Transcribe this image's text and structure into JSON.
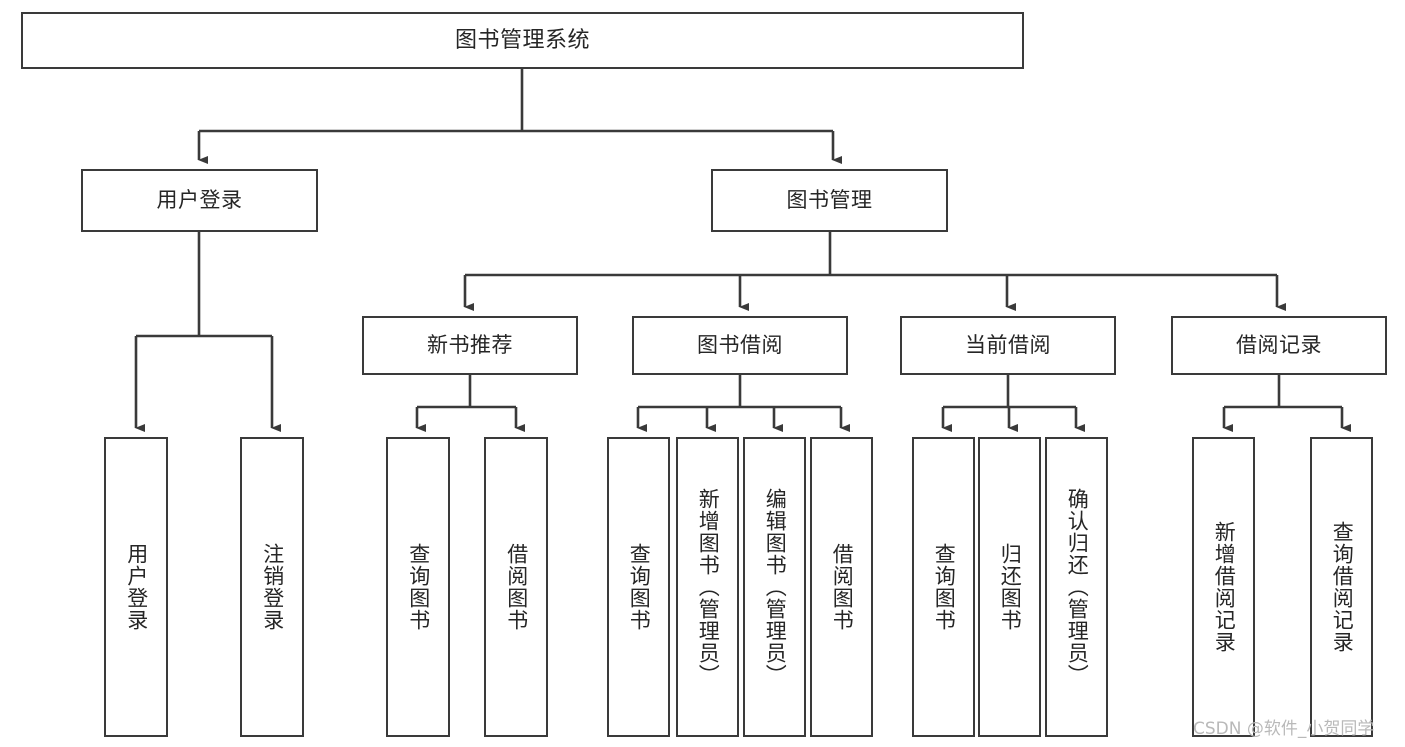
{
  "diagram": {
    "title": "图书管理系统",
    "type": "tree-hierarchy",
    "watermark": "CSDN @软件_小贺同学",
    "colors": {
      "background": "#ffffff",
      "box_border": "#3a3a3a",
      "box_fill": "#ffffff",
      "text": "#262626",
      "edge": "#3a3a3a",
      "watermark": "#b9b9b9"
    },
    "nodes": {
      "root": {
        "label": "图书管理系统",
        "level": 0,
        "orientation": "horizontal"
      },
      "l1": [
        {
          "id": "user-login",
          "label": "用户登录",
          "level": 1,
          "orientation": "horizontal"
        },
        {
          "id": "book-manage",
          "label": "图书管理",
          "level": 1,
          "orientation": "horizontal"
        }
      ],
      "l2": [
        {
          "id": "new-book-rec",
          "label": "新书推荐",
          "level": 2,
          "orientation": "horizontal",
          "parent": "book-manage"
        },
        {
          "id": "book-borrow",
          "label": "图书借阅",
          "level": 2,
          "orientation": "horizontal",
          "parent": "book-manage"
        },
        {
          "id": "current-borrow",
          "label": "当前借阅",
          "level": 2,
          "orientation": "horizontal",
          "parent": "book-manage"
        },
        {
          "id": "borrow-record",
          "label": "借阅记录",
          "level": 2,
          "orientation": "horizontal",
          "parent": "book-manage"
        }
      ],
      "leaves": [
        {
          "id": "leaf-user-login",
          "label": "用户登录",
          "parent": "user-login",
          "orientation": "vertical"
        },
        {
          "id": "leaf-user-logout",
          "label": "注销登录",
          "parent": "user-login",
          "orientation": "vertical"
        },
        {
          "id": "leaf-query-book-1",
          "label": "查询图书",
          "parent": "new-book-rec",
          "orientation": "vertical"
        },
        {
          "id": "leaf-borrow-book-1",
          "label": "借阅图书",
          "parent": "new-book-rec",
          "orientation": "vertical"
        },
        {
          "id": "leaf-query-book-2",
          "label": "查询图书",
          "parent": "book-borrow",
          "orientation": "vertical"
        },
        {
          "id": "leaf-add-book",
          "label": "新增图书（管理员）",
          "parent": "book-borrow",
          "orientation": "vertical"
        },
        {
          "id": "leaf-edit-book",
          "label": "编辑图书（管理员）",
          "parent": "book-borrow",
          "orientation": "vertical"
        },
        {
          "id": "leaf-borrow-book-2",
          "label": "借阅图书",
          "parent": "book-borrow",
          "orientation": "vertical"
        },
        {
          "id": "leaf-query-book-3",
          "label": "查询图书",
          "parent": "current-borrow",
          "orientation": "vertical"
        },
        {
          "id": "leaf-return-book",
          "label": "归还图书",
          "parent": "current-borrow",
          "orientation": "vertical"
        },
        {
          "id": "leaf-confirm-return",
          "label": "确认归还（管理员）",
          "parent": "current-borrow",
          "orientation": "vertical"
        },
        {
          "id": "leaf-add-record",
          "label": "新增借阅记录",
          "parent": "borrow-record",
          "orientation": "vertical"
        },
        {
          "id": "leaf-query-record",
          "label": "查询借阅记录",
          "parent": "borrow-record",
          "orientation": "vertical"
        }
      ]
    }
  }
}
